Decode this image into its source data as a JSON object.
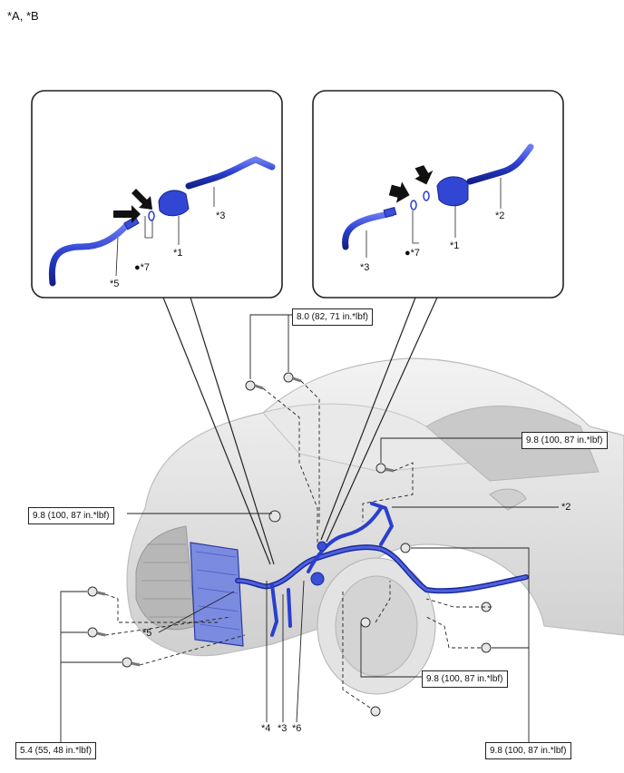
{
  "header": {
    "variants": "*A, *B"
  },
  "inset_a": {
    "labels": {
      "p1": "*1",
      "p3": "*3",
      "p5": "*5",
      "p7": "●*7"
    }
  },
  "inset_b": {
    "labels": {
      "p1": "*1",
      "p2": "*2",
      "p3": "*3",
      "p7": "●*7"
    }
  },
  "main": {
    "labels": {
      "p2": "*2",
      "p3": "*3",
      "p4": "*4",
      "p5": "*5",
      "p6": "*6"
    },
    "torque_specs": {
      "top": "8.0 (82, 71 in.*lbf)",
      "right_upper": "9.8 (100, 87 in.*lbf)",
      "left_mid": "9.8 (100, 87 in.*lbf)",
      "bottom_center": "9.8 (100, 87 in.*lbf)",
      "bottom_left": "5.4 (55, 48 in.*lbf)",
      "bottom_right": "9.8 (100, 87 in.*lbf)"
    }
  },
  "colors": {
    "pipe": "#2a3fcf",
    "pipe_dark": "#1a2a9a",
    "outline": "#222222",
    "car": "#d9d9d9"
  }
}
